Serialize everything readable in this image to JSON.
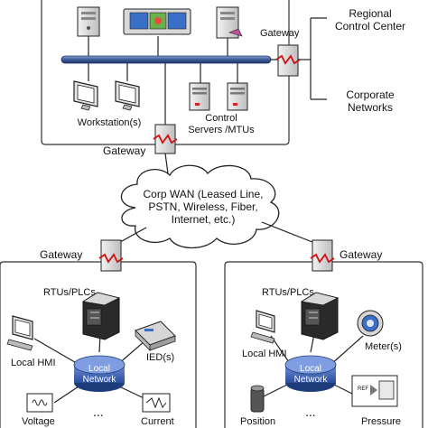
{
  "labels": {
    "regional_control_center": [
      "Regional",
      "Control Center"
    ],
    "corporate_networks": [
      "Corporate",
      "Networks"
    ],
    "workstations": "Workstation(s)",
    "control_servers": [
      "Control",
      "Servers /MTUs"
    ],
    "gateway": "Gateway",
    "wan": [
      "Corp WAN (Leased Line,",
      "PSTN, Wireless, Fiber,",
      "Internet, etc.)"
    ],
    "rtus_plcs": "RTUs/PLCs",
    "local_hmi": "Local HMI",
    "ieds": "IED(s)",
    "meters": "Meter(s)",
    "local_network": [
      "Local",
      "Network"
    ],
    "ellipsis": "...",
    "voltage": "Voltage",
    "current": "Current",
    "position": "Position",
    "pressure": "Pressure",
    "ref": "REF"
  },
  "colors": {
    "backbone": "#3b5a99",
    "gateway_stripe": "#cc1111",
    "local_network": "#3d63b4",
    "device": "#cfcfcf",
    "outline": "#222222"
  }
}
